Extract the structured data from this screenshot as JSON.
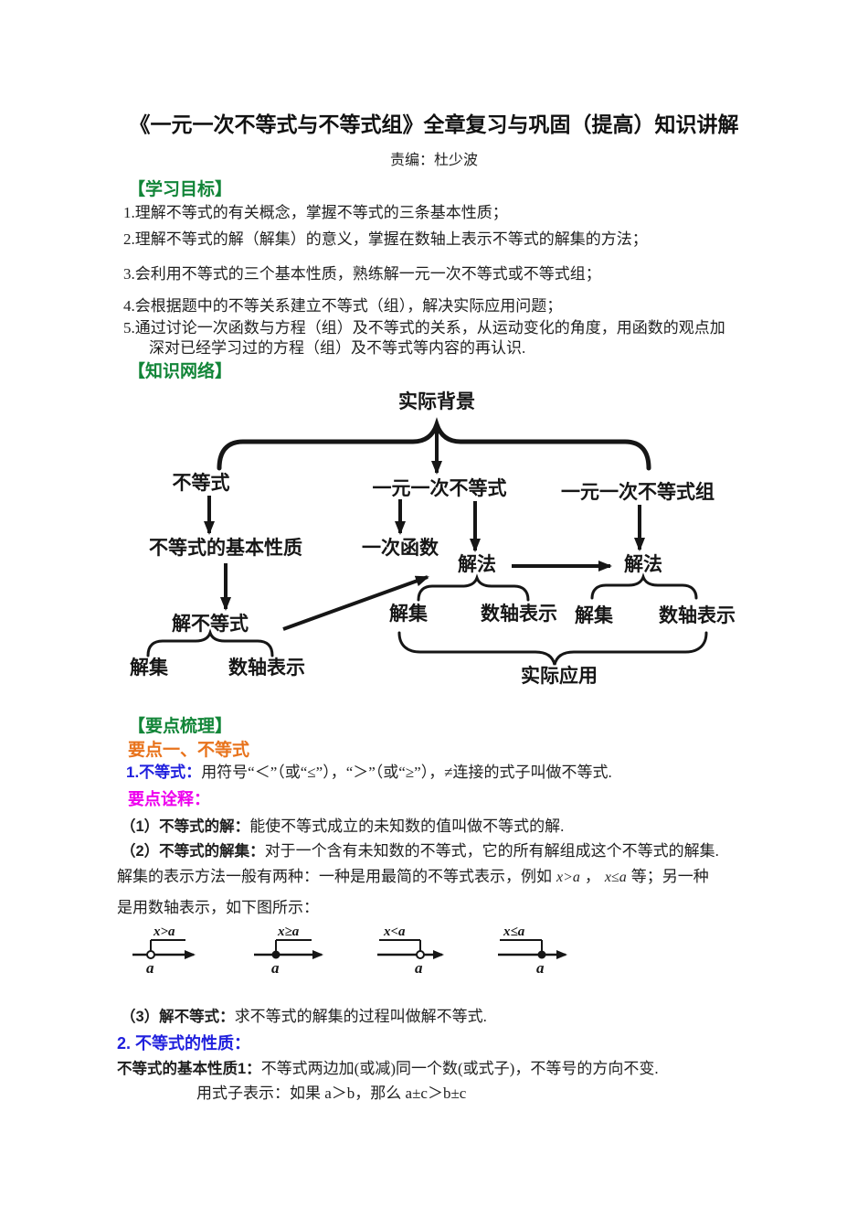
{
  "title": "《一元一次不等式与不等式组》全章复习与巩固（提高）知识讲解",
  "editor": "责编：杜少波",
  "colors": {
    "heading_green": "#128538",
    "heading_orange": "#e8731c",
    "heading_blue": "#2020dd",
    "heading_magenta": "#ee00ee",
    "text_black": "#1f1f1f"
  },
  "learning_goals": {
    "heading": "【学习目标】",
    "lines": [
      "1.理解不等式的有关概念，掌握不等式的三条基本性质；",
      "2.理解不等式的解（解集）的意义，掌握在数轴上表示不等式的解集的方法；",
      "3.会利用不等式的三个基本性质，熟练解一元一次不等式或不等式组；",
      "4.会根据题中的不等关系建立不等式（组），解决实际应用问题；",
      "5.通过讨论一次函数与方程（组）及不等式的关系，从运动变化的角度，用函数的观点加",
      "深对已经学习过的方程（组）及不等式等内容的再认识."
    ]
  },
  "knowledge_network": {
    "heading": "【知识网络】",
    "nodes": {
      "root": "实际背景",
      "inequality": "不等式",
      "linear_inequality": "一元一次不等式",
      "linear_inequality_system": "一元一次不等式组",
      "basic_properties": "不等式的基本性质",
      "linear_function": "一次函数",
      "solve_inequality": "解不等式",
      "method_left": "解法",
      "method_right": "解法",
      "solution_set_1": "解集",
      "axis_repr_1": "数轴表示",
      "solution_set_2": "解集",
      "axis_repr_2": "数轴表示",
      "solution_set_3": "解集",
      "axis_repr_3": "数轴表示",
      "practical_application": "实际应用"
    }
  },
  "key_points": {
    "heading": "【要点梳理】",
    "point_one": {
      "heading": "要点一、不等式",
      "definition_label": "1.不等式：",
      "definition_text": "用符号“＜”（或“≤”），“＞”（或“≥”），≠连接的式子叫做不等式.",
      "notes_label": "要点诠释：",
      "note1_label": "（1）不等式的解：",
      "note1_text": "能使不等式成立的未知数的值叫做不等式的解.",
      "note2_label": "（2）不等式的解集：",
      "note2_text": "对于一个含有未知数的不等式，它的所有解组成这个不等式的解集.",
      "note2_line2_pre": "解集的表示方法一般有两种：一种是用最简的不等式表示，例如",
      "note2_math1": "x>a",
      "note2_sep": "，",
      "note2_math2": "x≤a",
      "note2_line2_post": "等；另一种",
      "note2_line3": "是用数轴表示，如下图所示：",
      "note3_label": "（3）解不等式：",
      "note3_text": "求不等式的解集的过程叫做解不等式."
    },
    "properties": {
      "heading": "2.  不等式的性质：",
      "property1_label": "不等式的基本性质1：",
      "property1_text": "不等式两边加(或减)同一个数(或式子)，不等号的方向不变.",
      "property1_formula": "用式子表示：如果 a＞b，那么 a±c＞b±c"
    }
  },
  "number_lines": [
    {
      "label": "x>a",
      "point": "a",
      "endpoint": "open",
      "ray": "right"
    },
    {
      "label": "x≥a",
      "point": "a",
      "endpoint": "solid",
      "ray": "right"
    },
    {
      "label": "x<a",
      "point": "a",
      "endpoint": "open",
      "ray": "left"
    },
    {
      "label": "x≤a",
      "point": "a",
      "endpoint": "solid",
      "ray": "left"
    }
  ]
}
